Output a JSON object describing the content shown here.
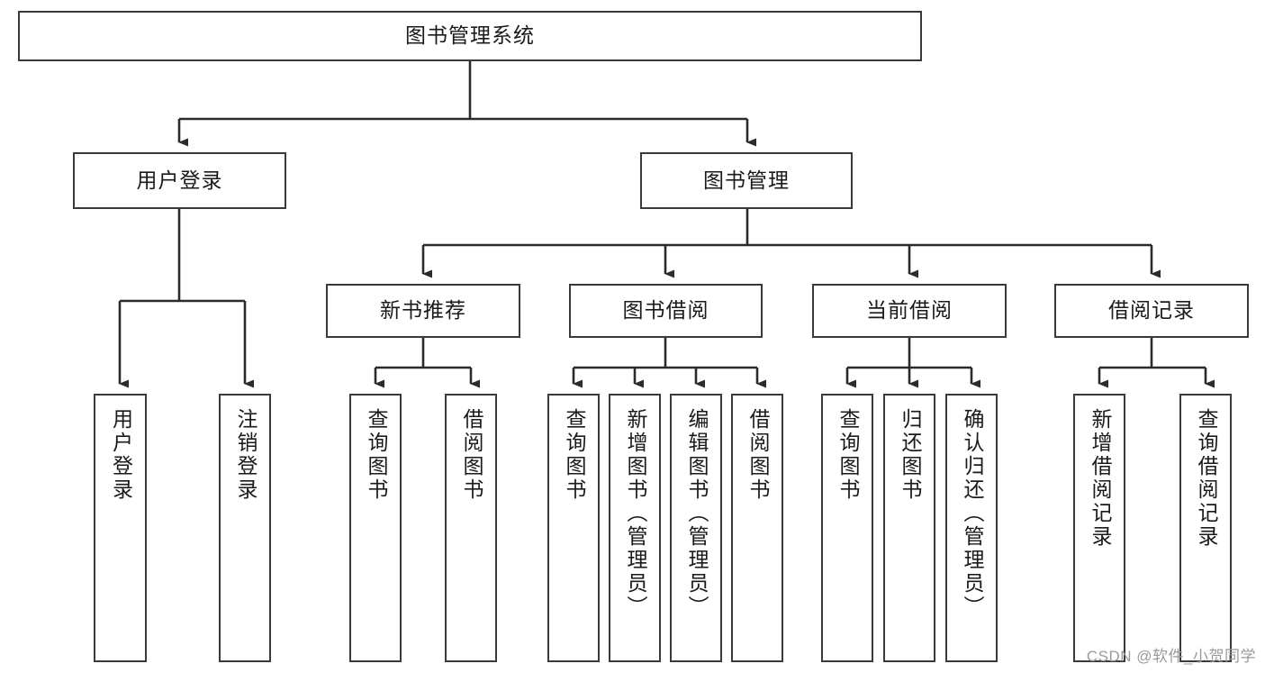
{
  "diagram": {
    "title": "图书管理系统",
    "type": "tree-hierarchy",
    "watermark": "CSDN @软件_小贺同学",
    "colors": {
      "box_border": "#3a3a3a",
      "box_fill": "#ffffff",
      "edge": "#2b2b2b",
      "text": "#1a1a1a",
      "watermark": "#9a9a9a",
      "background": "#ffffff"
    },
    "root": {
      "label": "图书管理系统"
    },
    "level2": [
      {
        "label": "用户登录"
      },
      {
        "label": "图书管理"
      }
    ],
    "level3": [
      {
        "label": "新书推荐"
      },
      {
        "label": "图书借阅"
      },
      {
        "label": "当前借阅"
      },
      {
        "label": "借阅记录"
      }
    ],
    "leaves": {
      "user_login": [
        {
          "label": "用户登录"
        },
        {
          "label": "注销登录"
        }
      ],
      "new_book": [
        {
          "label": "查询图书"
        },
        {
          "label": "借阅图书"
        }
      ],
      "book_borrow": [
        {
          "label": "查询图书"
        },
        {
          "label": "新增图书（管理员）"
        },
        {
          "label": "编辑图书（管理员）"
        },
        {
          "label": "借阅图书"
        }
      ],
      "current_borrow": [
        {
          "label": "查询图书"
        },
        {
          "label": "归还图书"
        },
        {
          "label": "确认归还（管理员）"
        }
      ],
      "borrow_record": [
        {
          "label": "新增借阅记录"
        },
        {
          "label": "查询借阅记录"
        }
      ]
    }
  }
}
